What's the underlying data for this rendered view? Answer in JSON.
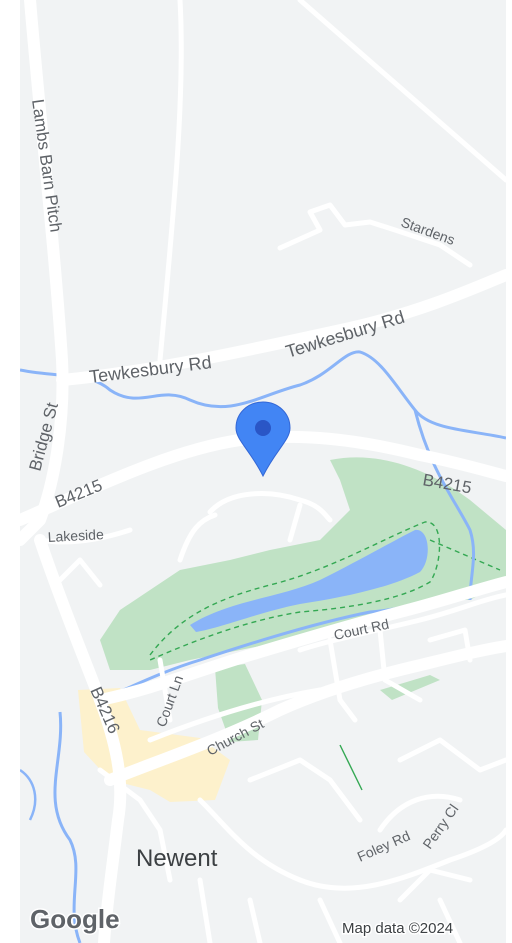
{
  "map": {
    "colors": {
      "land": "#f1f3f4",
      "road": "#ffffff",
      "road_minor": "#ffffff",
      "water": "#8ab4f8",
      "park": "#c0e2c5",
      "town": "#fdf1cc",
      "path": "#34a853",
      "pin": "#4285f4",
      "pin_dot": "#2a56c6",
      "label": "#5f6368"
    },
    "labels": {
      "lambs_barn_pitch": "Lambs Barn Pitch",
      "stardens": "Stardens",
      "tewkesbury_rd_1": "Tewkesbury Rd",
      "tewkesbury_rd_2": "Tewkesbury Rd",
      "bridge_st": "Bridge St",
      "b4215_left": "B4215",
      "b4215_right": "B4215",
      "lakeside": "Lakeside",
      "court_rd": "Court Rd",
      "court_ln": "Court Ln",
      "b4216": "B4216",
      "church_st": "Church St",
      "newent": "Newent",
      "foley_rd": "Foley Rd",
      "perry_cl": "Perry Cl"
    },
    "marker": {
      "icon": "location-pin-icon"
    },
    "branding": {
      "logo": "Google",
      "attribution": "Map data ©2024"
    }
  }
}
